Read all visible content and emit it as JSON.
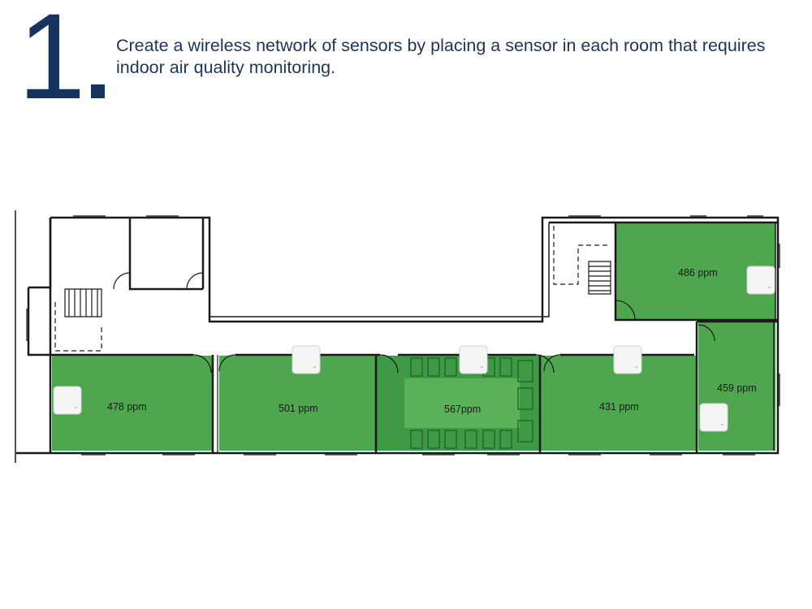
{
  "step": {
    "number": "1",
    "instruction": "Create a wireless network of sensors by placing a sensor in each room that requires indoor air quality monitoring."
  },
  "colors": {
    "heading": "#16345c",
    "room_fill": "#4ea64e",
    "room_fill_conference": "#3f9a45",
    "wall": "#1a1a1a",
    "sensor": "#f4f5f4"
  },
  "rooms": [
    {
      "id": "room-1",
      "reading": "478 ppm",
      "monitored": true
    },
    {
      "id": "room-2",
      "reading": "501 ppm",
      "monitored": true
    },
    {
      "id": "conference-room",
      "reading": "567ppm",
      "monitored": true
    },
    {
      "id": "room-4",
      "reading": "431 ppm",
      "monitored": true
    },
    {
      "id": "room-5",
      "reading": "459 ppm",
      "monitored": true
    },
    {
      "id": "room-6",
      "reading": "486 ppm",
      "monitored": true
    }
  ],
  "sensor_icon": "sensor-device-icon"
}
